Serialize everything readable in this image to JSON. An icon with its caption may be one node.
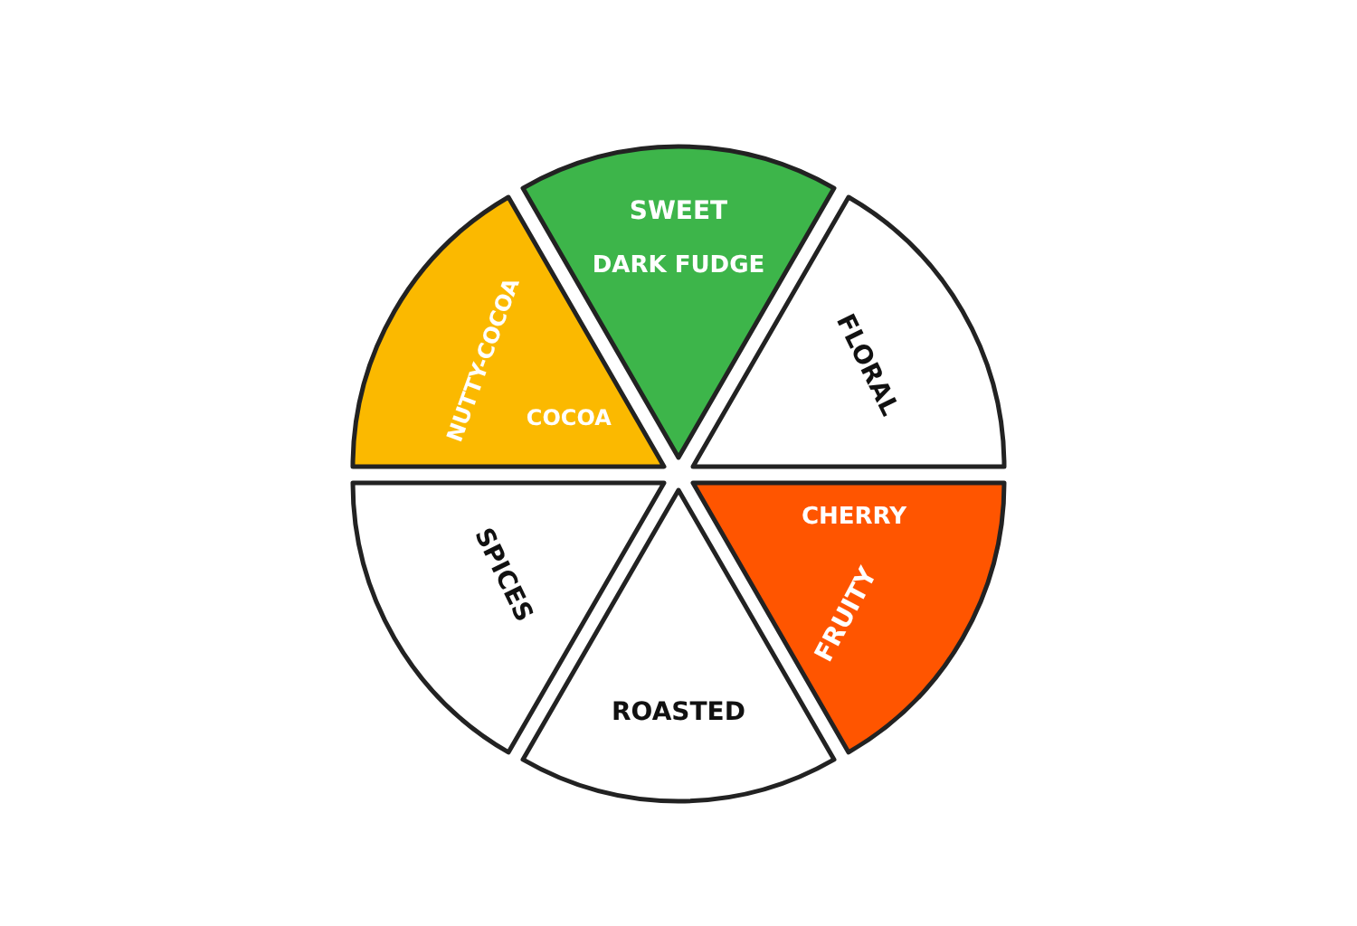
{
  "diagram": {
    "nodes": [
      {
        "text": [
          "SWEET",
          "DARK FUDGE"
        ]
      },
      {
        "text": [
          "NUTTY-COCOA",
          "COCOA"
        ]
      },
      {
        "text": [
          "FLORAL"
        ]
      },
      {
        "text": [
          "SPICES"
        ]
      },
      {
        "text": [
          "FRUITY",
          "CHERRY"
        ]
      },
      {
        "text": [
          "ROASTED"
        ]
      }
    ]
  }
}
